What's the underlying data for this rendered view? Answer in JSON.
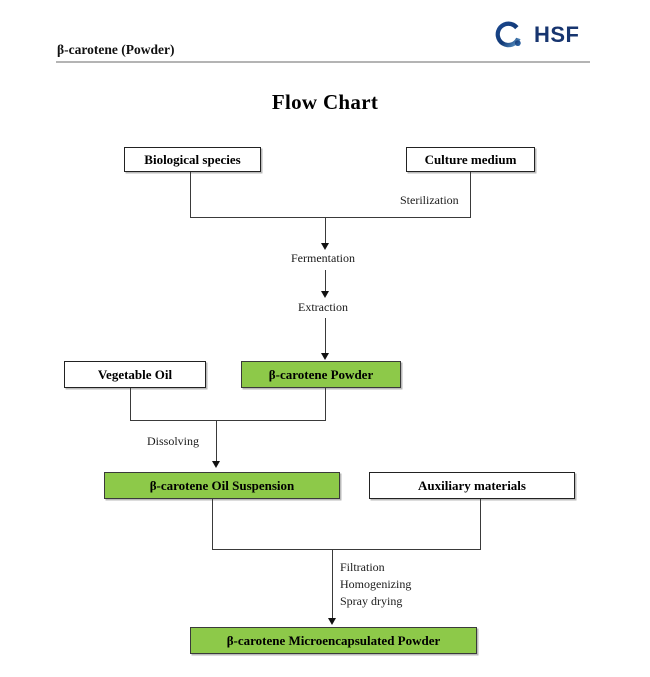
{
  "header": {
    "brand_text": "HSF",
    "brand_color": "#17356f",
    "document_title": "β-carotene (Powder)",
    "logo_icon": "hsf-circle-logo-icon"
  },
  "page_title": "Flow Chart",
  "palette": {
    "green_fill": "#8dc949",
    "box_border": "#222222",
    "line": "#3a3a3a",
    "rule": "#b4b4b4"
  },
  "chart_data": {
    "type": "diagram",
    "title": "Flow Chart",
    "nodes": [
      {
        "id": "biological-species",
        "label": "Biological species",
        "highlight": false
      },
      {
        "id": "culture-medium",
        "label": "Culture medium",
        "highlight": false
      },
      {
        "id": "beta-carotene-powder",
        "label": "β-carotene Powder",
        "highlight": true
      },
      {
        "id": "vegetable-oil",
        "label": "Vegetable Oil",
        "highlight": false
      },
      {
        "id": "beta-carotene-oil-suspension",
        "label": "β-carotene Oil Suspension",
        "highlight": true
      },
      {
        "id": "auxiliary-materials",
        "label": "Auxiliary materials",
        "highlight": false
      },
      {
        "id": "beta-carotene-microencapsulated-powder",
        "label": "β-carotene Microencapsulated Powder",
        "highlight": true
      }
    ],
    "edge_labels": [
      {
        "id": "sterilization",
        "text": "Sterilization"
      },
      {
        "id": "fermentation",
        "text": "Fermentation"
      },
      {
        "id": "extraction",
        "text": "Extraction"
      },
      {
        "id": "dissolving",
        "text": "Dissolving"
      },
      {
        "id": "filtration",
        "text": "Filtration"
      },
      {
        "id": "homogenizing",
        "text": "Homogenizing"
      },
      {
        "id": "spray-drying",
        "text": "Spray drying"
      }
    ],
    "edges": [
      {
        "from": [
          "biological-species",
          "culture-medium"
        ],
        "to": "fermentation-junction",
        "label": "Sterilization"
      },
      {
        "from": "fermentation-junction",
        "to": "extraction-step",
        "label": "Fermentation"
      },
      {
        "from": "extraction-step",
        "to": "beta-carotene-powder",
        "label": "Extraction"
      },
      {
        "from": [
          "vegetable-oil",
          "beta-carotene-powder"
        ],
        "to": "beta-carotene-oil-suspension",
        "label": "Dissolving"
      },
      {
        "from": [
          "beta-carotene-oil-suspension",
          "auxiliary-materials"
        ],
        "to": "beta-carotene-microencapsulated-powder",
        "label": "Filtration / Homogenizing / Spray drying"
      }
    ]
  }
}
